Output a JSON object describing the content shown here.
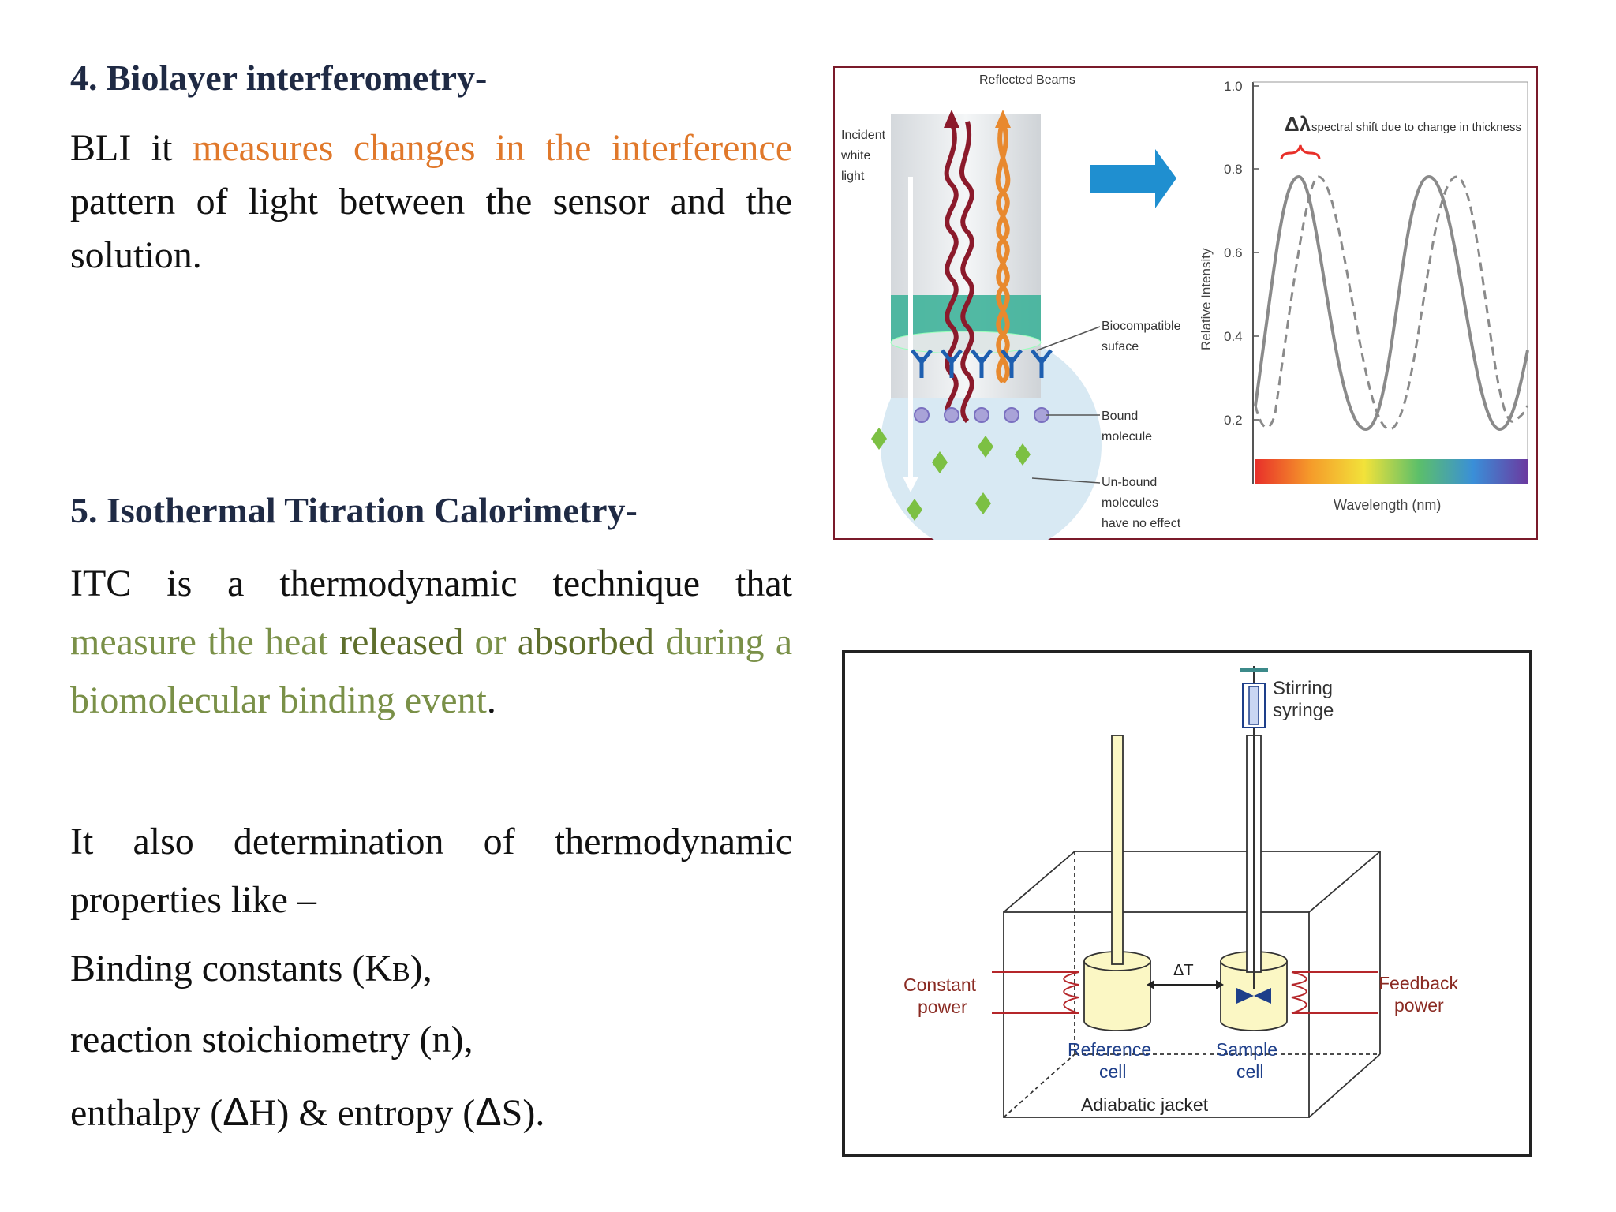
{
  "section4": {
    "heading": "4. Biolayer interferometry-",
    "body_pre": "BLI it ",
    "body_highlight": "measures changes in the interference",
    "body_post": " pattern of light between the sensor and the solution."
  },
  "section5": {
    "heading": "5. Isothermal Titration Calorimetry-",
    "p1_pre": "ITC is a thermodynamic technique that ",
    "p1_h1": "measure the heat",
    "p1_sp1": " ",
    "p1_h2": "released",
    "p1_sp2": " ",
    "p1_h3": "or",
    "p1_sp3": " ",
    "p1_h4": "absorbed",
    "p1_sp4": " ",
    "p1_h5": "during a biomolecular binding event",
    "p1_end": ".",
    "p2": "It also determination of thermodynamic properties like –",
    "binding_pre": "Binding constants (K",
    "binding_sub": "B",
    "binding_post": "),",
    "stoich": "reaction stoichiometry (n),",
    "enth_pre": "enthalpy (",
    "enth_delta1": "Δ",
    "enth_mid": "H) & entropy (",
    "enth_delta2": "Δ",
    "enth_post": "S)."
  },
  "bli_figure": {
    "reflected": "Reflected Beams",
    "incident": [
      "Incident",
      "white",
      "light"
    ],
    "biocompatible": [
      "Biocompatible",
      "suface"
    ],
    "bound": [
      "Bound",
      "molecule"
    ],
    "unbound": [
      "Un-bound",
      "molecules",
      "have no effect"
    ],
    "delta_symbol": "Δλ",
    "shift_text": "spectral shift due to change in thickness",
    "y_label": "Relative Intensity",
    "x_label": "Wavelength (nm)",
    "y_ticks": [
      "1.0",
      "0.8",
      "0.6",
      "0.4",
      "0.2"
    ],
    "colors": {
      "red_wave": "#8b1a2b",
      "orange_wave": "#e8892e",
      "arrow": "#1f8fd0",
      "coating": "#3fb39a"
    }
  },
  "itc_figure": {
    "stirring": [
      "Stirring",
      "syringe"
    ],
    "constant": [
      "Constant",
      "power"
    ],
    "feedback": [
      "Feedback",
      "power"
    ],
    "delta_t": "ΔT",
    "reference": [
      "Reference",
      "cell"
    ],
    "sample": [
      "Sample",
      "cell"
    ],
    "jacket": "Adiabatic jacket",
    "colors": {
      "cell_fill": "#fbf7c4",
      "coil": "#b5262a",
      "label": "#8a2a22",
      "blue_label": "#1e3f8a"
    }
  }
}
